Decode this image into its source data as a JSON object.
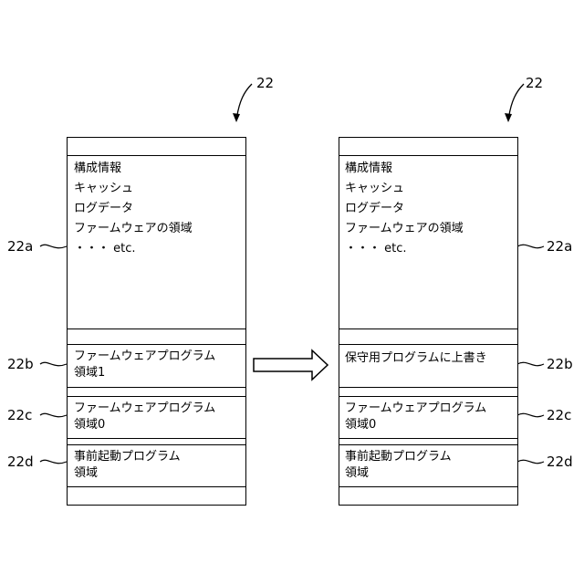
{
  "figure_number": "22",
  "left": {
    "main_region_lines": [
      "構成情報",
      "キャッシュ",
      "ログデータ",
      "ファームウェアの領域",
      "・・・ etc."
    ],
    "region_b": [
      "ファームウェアプログラム",
      "領域1"
    ],
    "region_c": [
      "ファームウェアプログラム",
      "領域0"
    ],
    "region_d": [
      "事前起動プログラム",
      "領域"
    ]
  },
  "right": {
    "main_region_lines": [
      "構成情報",
      "キャッシュ",
      "ログデータ",
      "ファームウェアの領域",
      "・・・ etc."
    ],
    "region_b": [
      "保守用プログラムに上書き"
    ],
    "region_c": [
      "ファームウェアプログラム",
      "領域0"
    ],
    "region_d": [
      "事前起動プログラム",
      "領域"
    ]
  },
  "labels": {
    "a": "22a",
    "b": "22b",
    "c": "22c",
    "d": "22d"
  }
}
